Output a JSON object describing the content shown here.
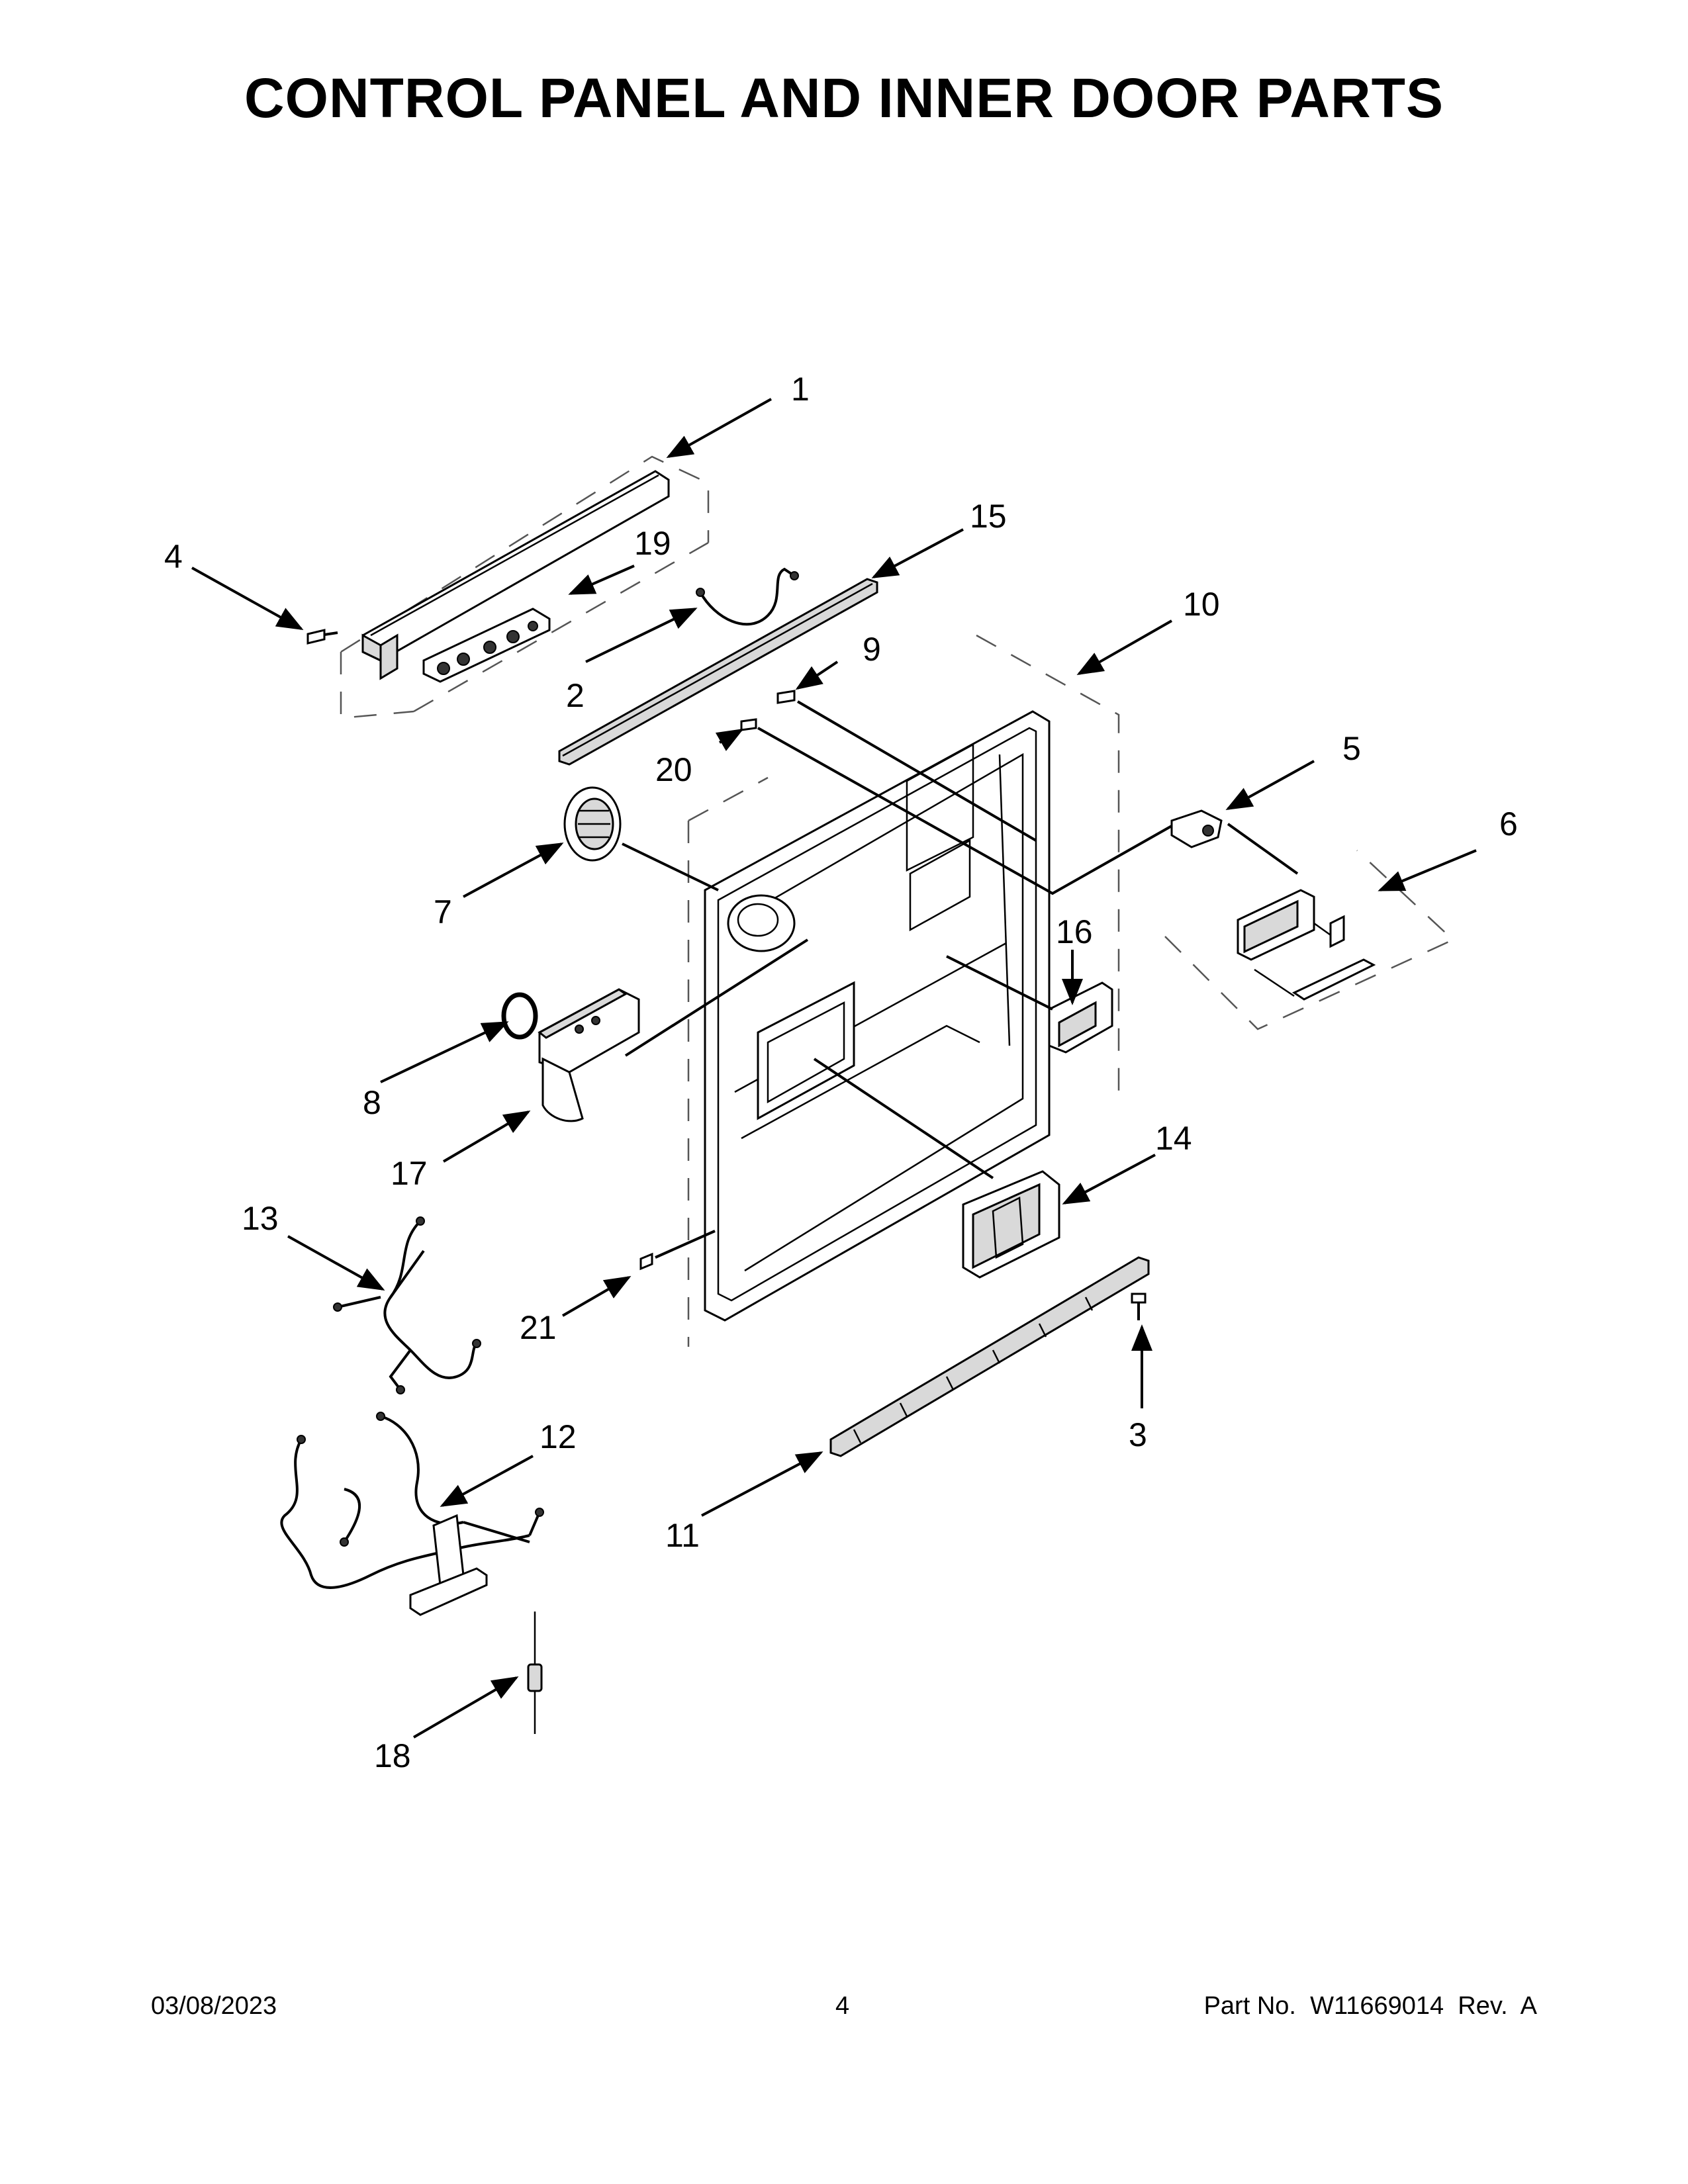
{
  "title": "CONTROL PANEL AND INNER DOOR PARTS",
  "callouts": {
    "c1": "1",
    "c2": "2",
    "c3": "3",
    "c4": "4",
    "c5": "5",
    "c6": "6",
    "c7": "7",
    "c8": "8",
    "c9": "9",
    "c10": "10",
    "c11": "11",
    "c12": "12",
    "c13": "13",
    "c14": "14",
    "c15": "15",
    "c16": "16",
    "c17": "17",
    "c18": "18",
    "c19": "19",
    "c20": "20",
    "c21": "21"
  },
  "footer": {
    "date": "03/08/2023",
    "page": "4",
    "part_number": "Part No.  W11669014  Rev.  A"
  }
}
